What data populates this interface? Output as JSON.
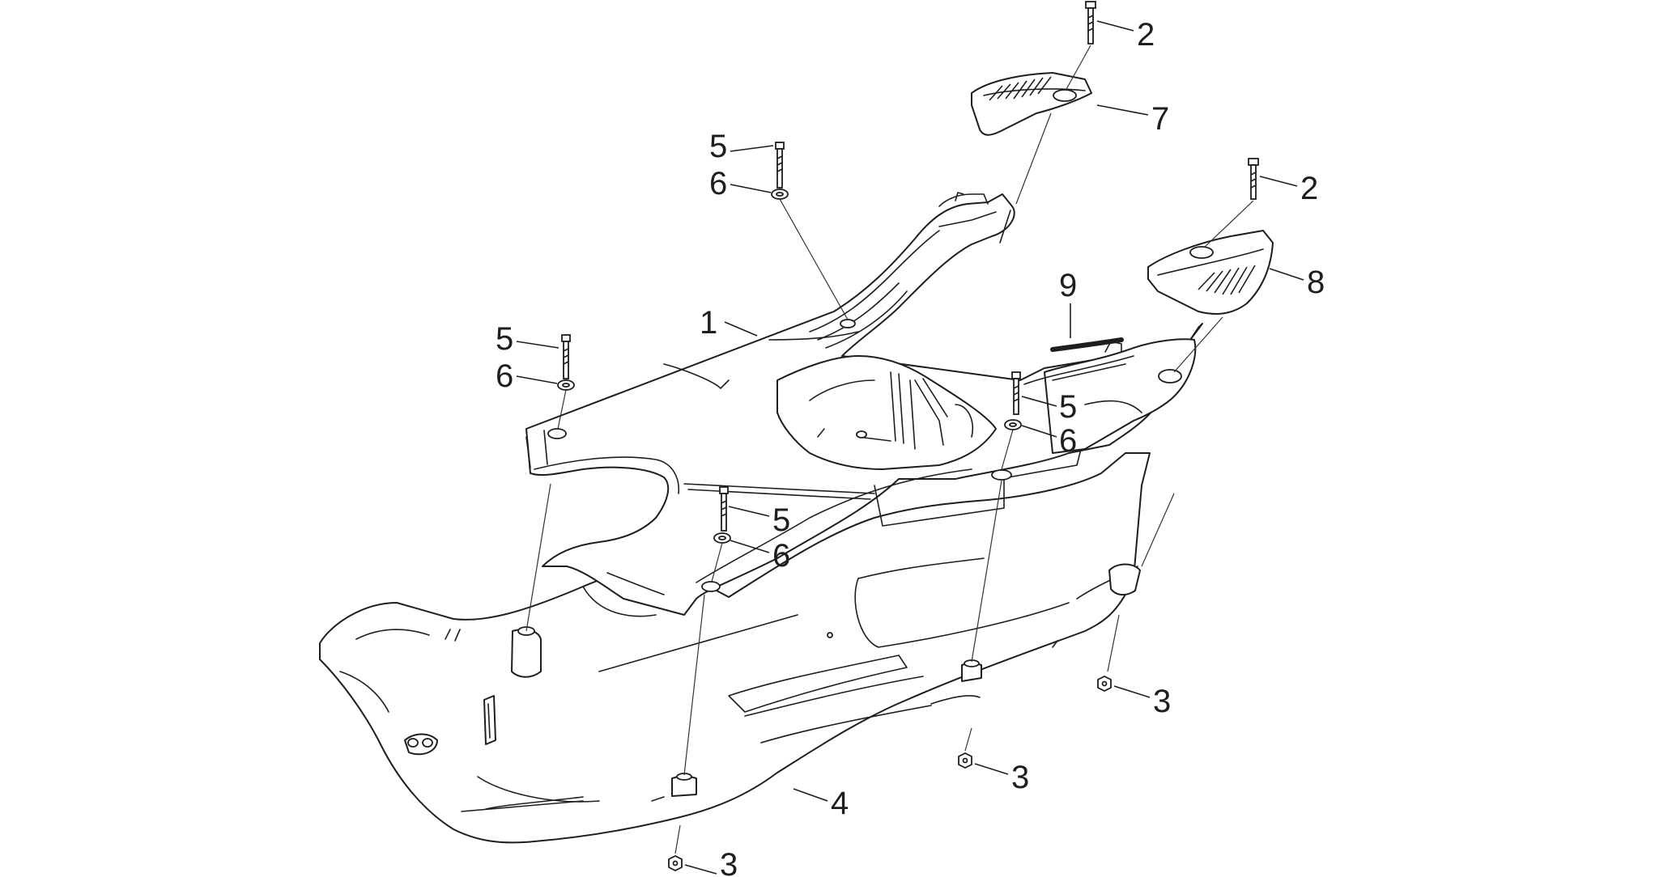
{
  "diagram": {
    "callouts": {
      "frame_cover": "1",
      "bolt_rear": "2",
      "bolt_front": "2",
      "nut_a": "3",
      "nut_b": "3",
      "nut_c": "3",
      "floor_panel": "4",
      "screw_a": "5",
      "screw_b": "5",
      "screw_c": "5",
      "screw_d": "5",
      "washer_a": "6",
      "washer_b": "6",
      "washer_c": "6",
      "washer_d": "6",
      "footrest_left": "7",
      "footrest_right": "8",
      "seal_strip": "9"
    },
    "colors": {
      "line": "#1e1e1e",
      "fill": "#ffffff"
    }
  }
}
